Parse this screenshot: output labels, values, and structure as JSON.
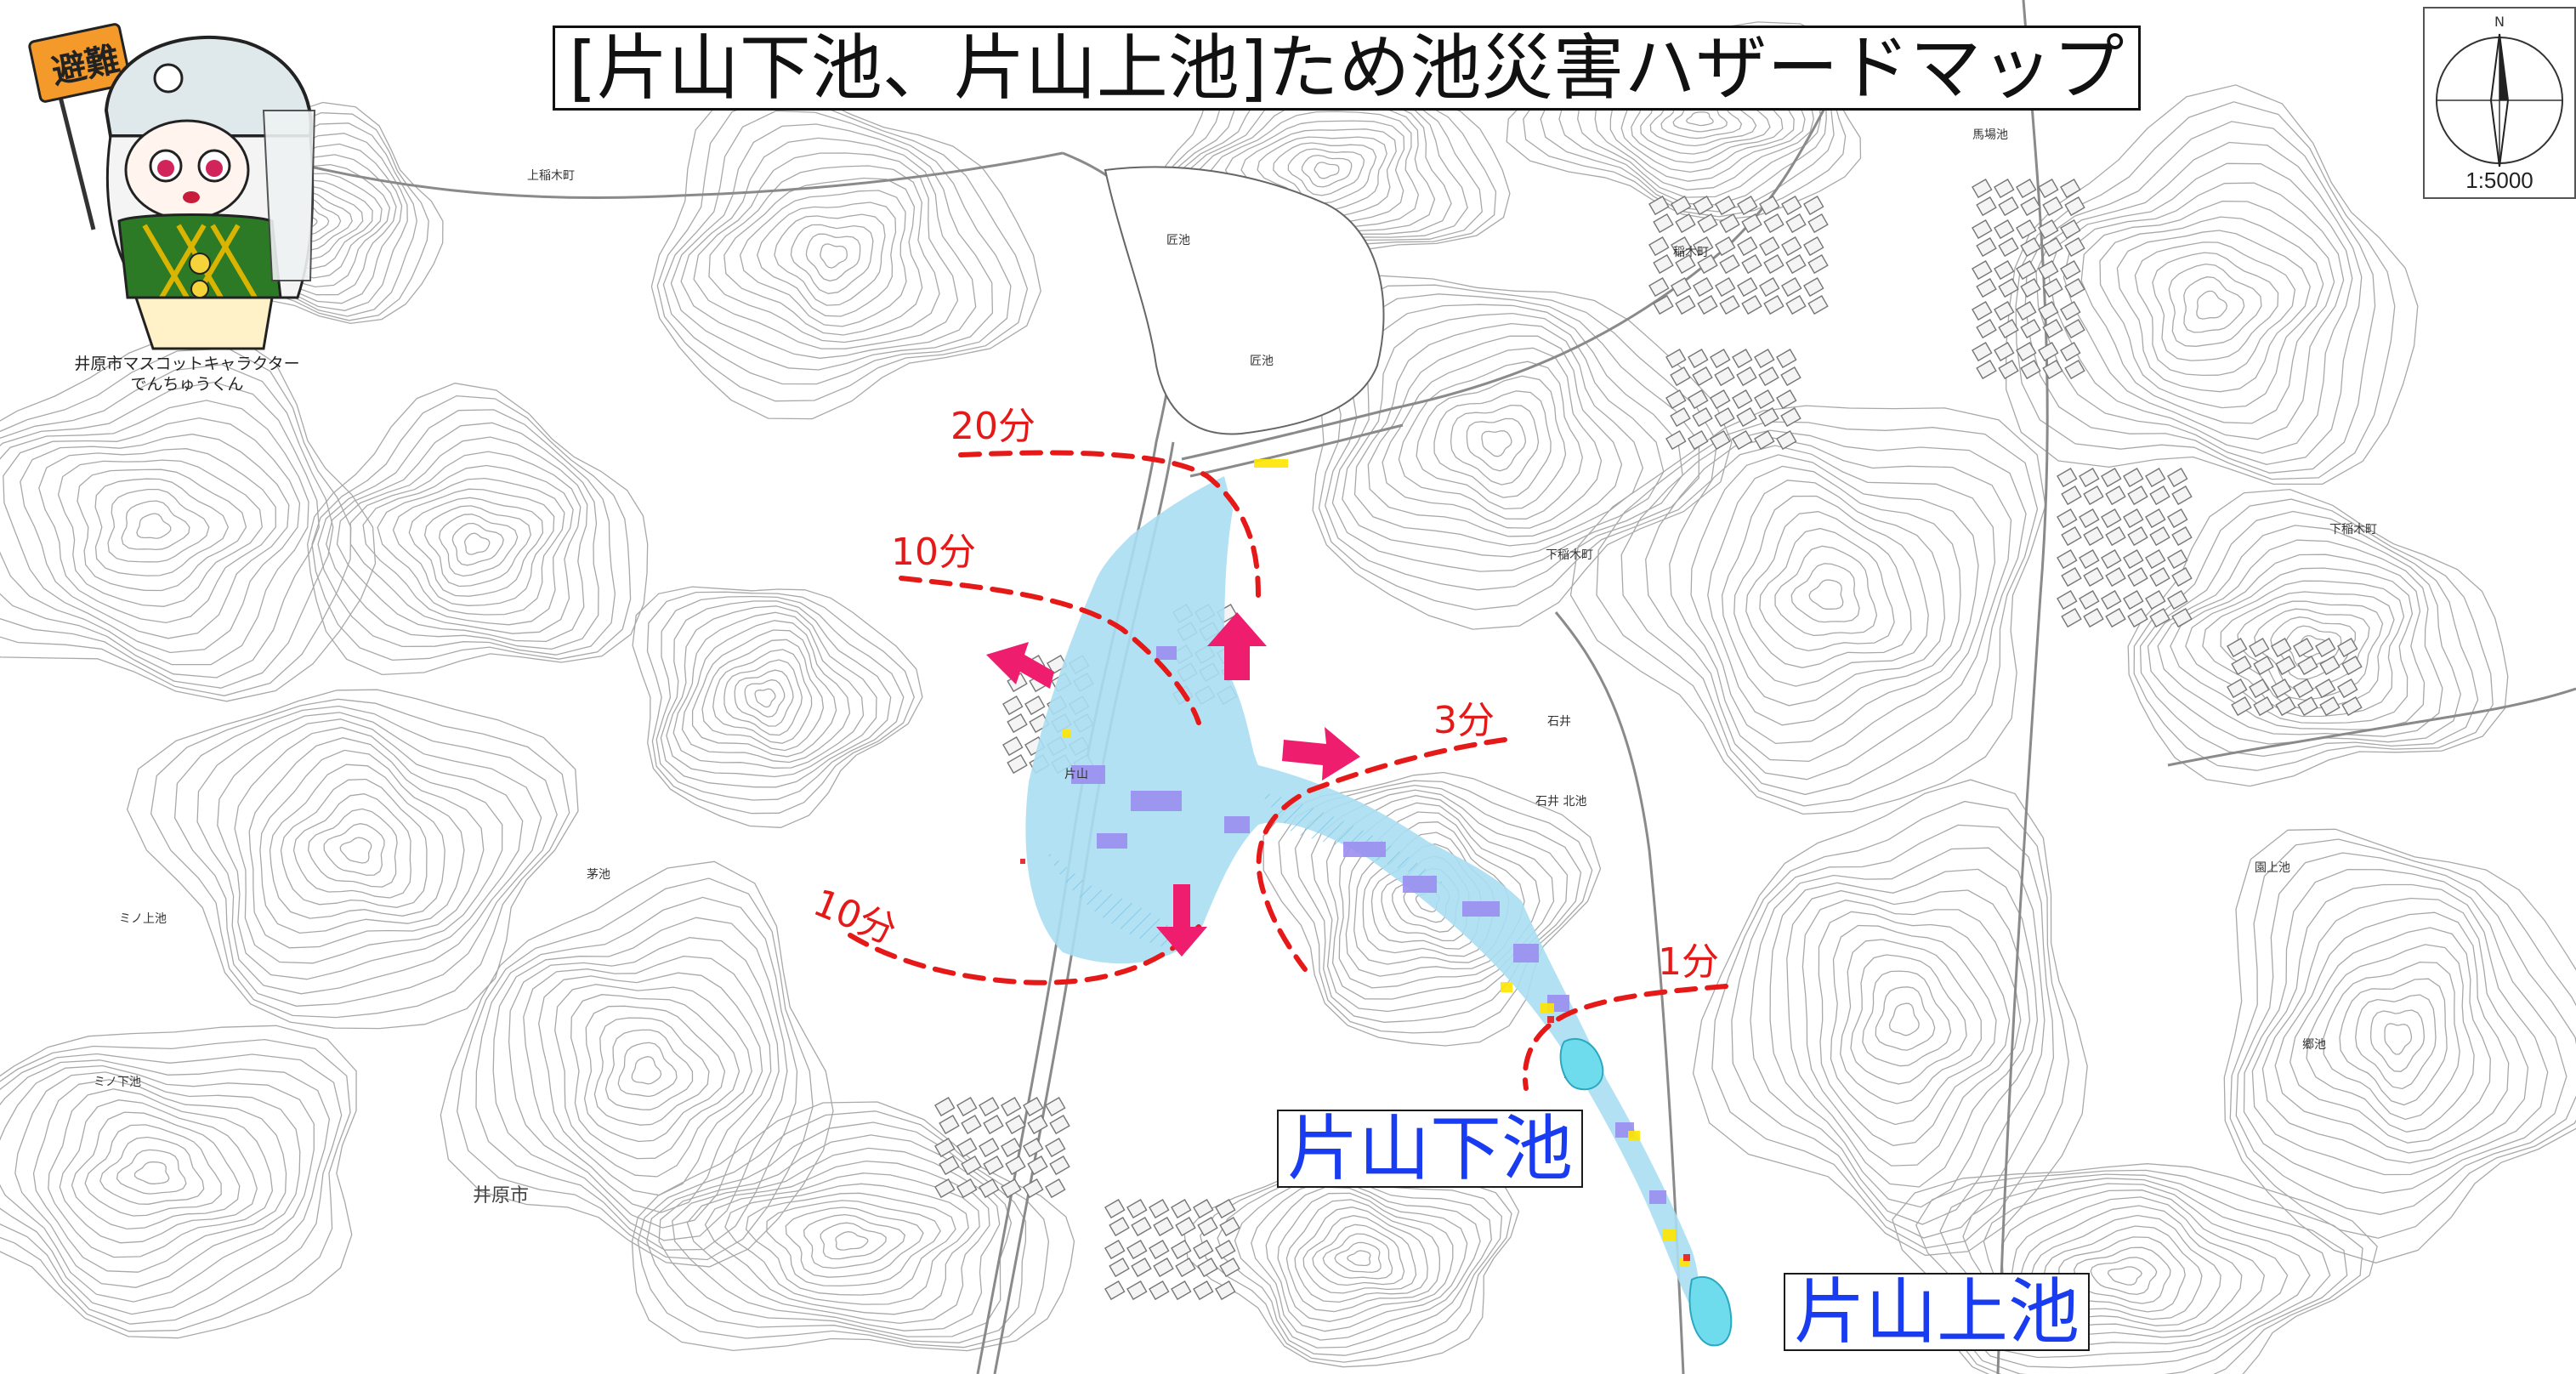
{
  "title": "[片山下池、片山上池]ため池災害ハザードマップ",
  "compass": {
    "north": "N",
    "scale": "1:5000"
  },
  "mascot": {
    "flag_text": "避難",
    "caption_line1": "井原市マスコットキャラクター",
    "caption_line2": "でんちゅうくん"
  },
  "ponds": {
    "lower": "片山下池",
    "upper": "片山上池"
  },
  "arrival_times": {
    "t20": "20分",
    "t10_north": "10分",
    "t10_south": "10分",
    "t3": "3分",
    "t1": "1分"
  },
  "place_names": {
    "kamiinagi": "上稲木町",
    "takumi1": "匠池",
    "takumi2": "匠池",
    "katayama": "片山",
    "shimoinagi": "下稲木町",
    "ishii": "石井",
    "ishii_kita": "石井 北池",
    "kaya": "茅池",
    "minoue": "ミノ上池",
    "minoshita": "ミノ下池",
    "ibara": "井原市",
    "bajo": "馬場池",
    "shimoinagi_e": "下稲木町",
    "sonoue": "園上池",
    "kyo": "郷池",
    "inagi": "稲木町"
  },
  "colors": {
    "flood_light": "#a8def2",
    "flood_purple": "#9b8ef0",
    "flood_yellow": "#ffe500",
    "flood_red": "#e8191e",
    "pond_water": "#6fdcee",
    "arrow": "#ee1d6e",
    "time_line": "#e61919",
    "label_blue": "#1a3cf0"
  }
}
